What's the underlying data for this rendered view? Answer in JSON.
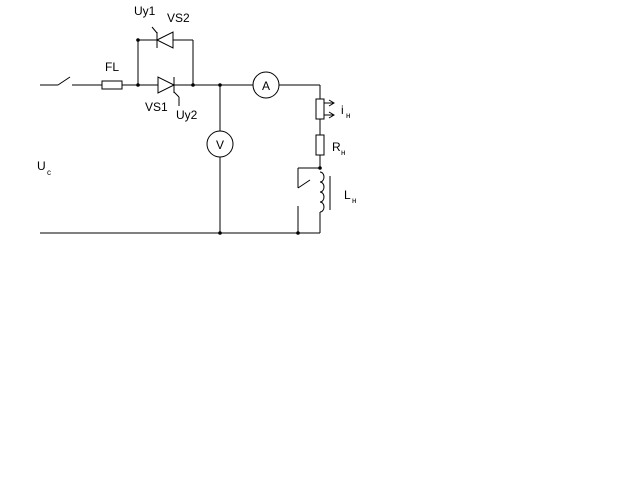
{
  "labels": {
    "uy1": "Uy1",
    "vs2": "VS2",
    "fl": "FL",
    "vs1": "VS1",
    "uy2": "Uy2",
    "ammeter": "A",
    "voltmeter": "V",
    "current_main": "i",
    "current_sub": "н",
    "resistor_main": "R",
    "resistor_sub": "н",
    "inductor_main": "L",
    "inductor_sub": "н",
    "source_main": "U",
    "source_sub": "c"
  },
  "colors": {
    "line": "#000000",
    "background": "#ffffff"
  }
}
